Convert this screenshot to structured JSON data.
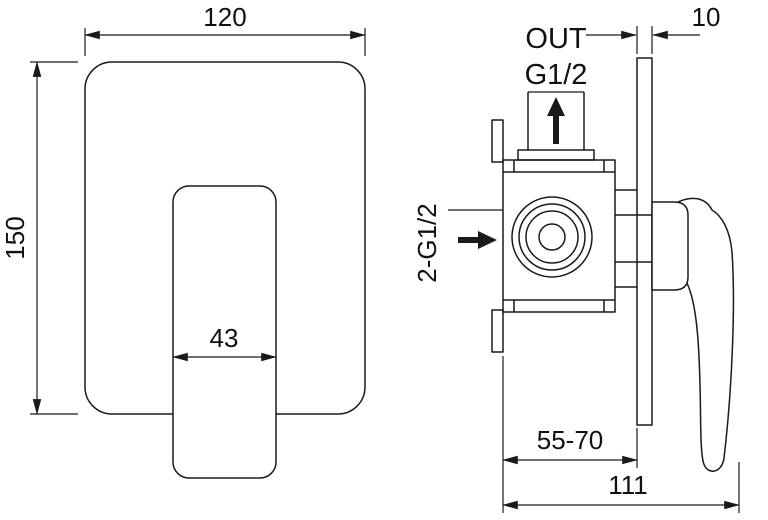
{
  "drawing": {
    "front_view": {
      "width_mm": "120",
      "height_mm": "150",
      "handle_width_mm": "43"
    },
    "side_view": {
      "outlet_line1": "OUT",
      "outlet_line2": "G1/2",
      "inlet_label": "2-G1/2",
      "plate_thickness_mm": "10",
      "install_depth_mm": "55-70",
      "overall_depth_mm": "111"
    },
    "colors": {
      "line": "#1a1a1a",
      "background": "#ffffff"
    }
  }
}
